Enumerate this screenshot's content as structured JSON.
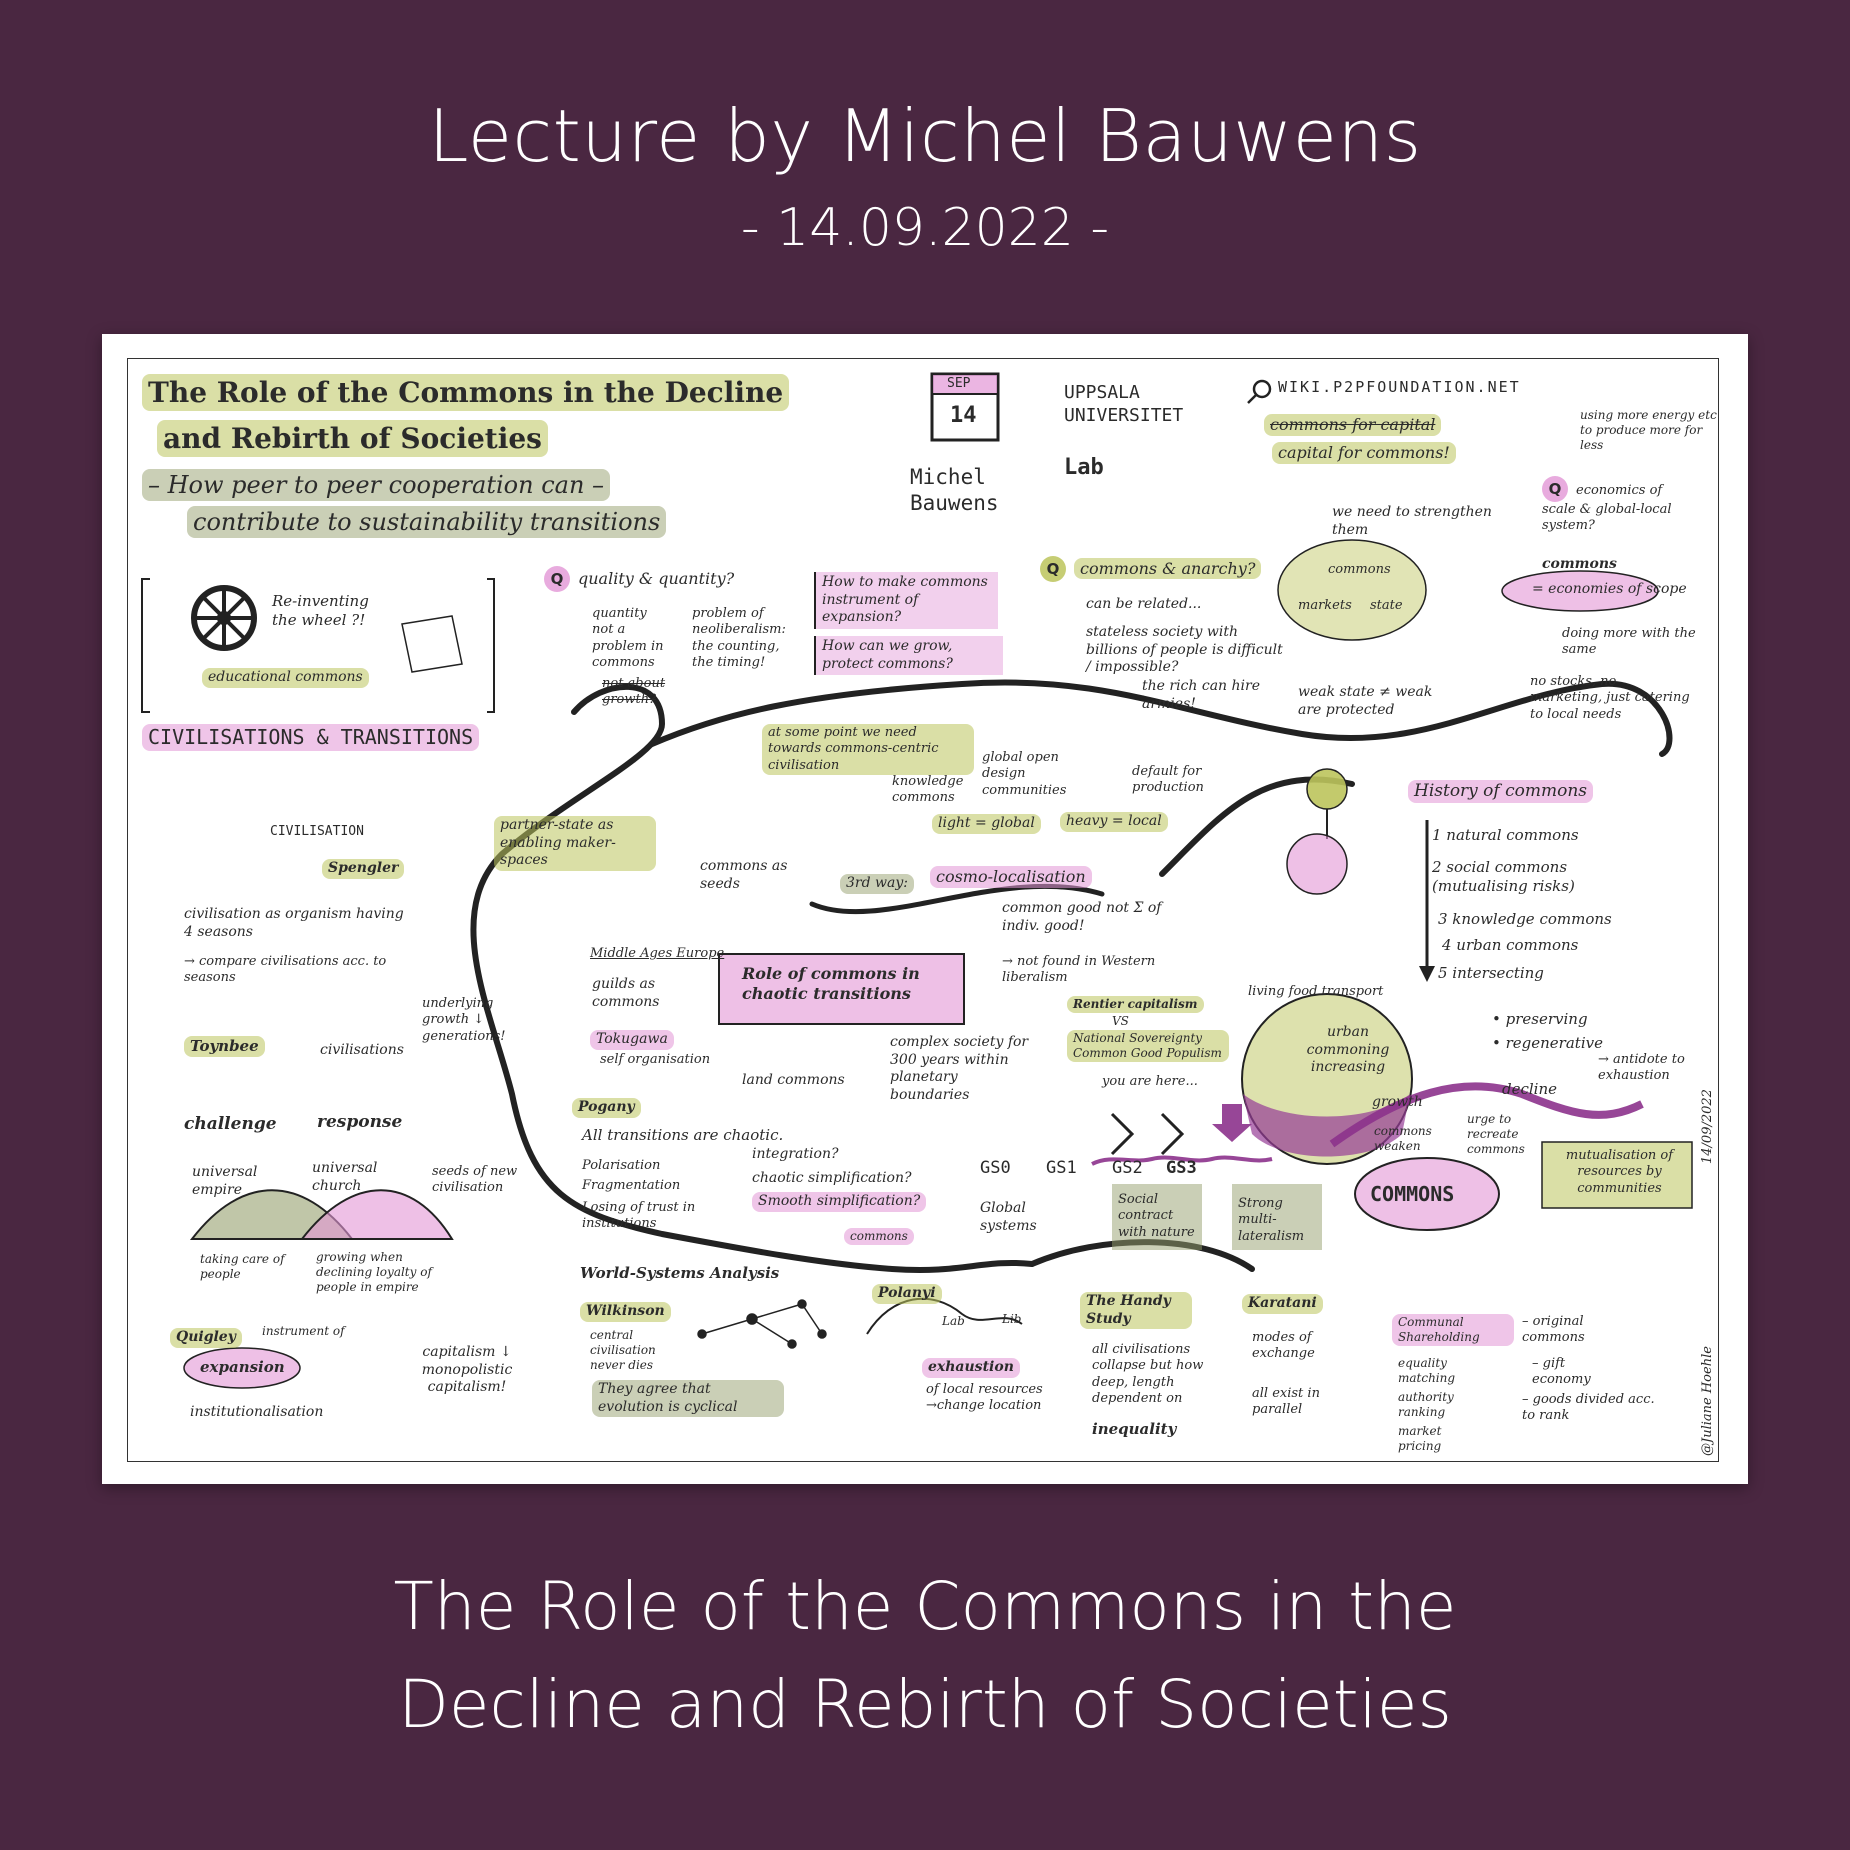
{
  "header": {
    "title": "Lecture by Michel Bauwens",
    "date": "- 14.09.2022 -"
  },
  "footer": {
    "line1": "The Role of the Commons in the",
    "line2": "Decline and Rebirth of Societies"
  },
  "sketch": {
    "title_line1": "The Role of the Commons in the Decline",
    "title_line2": "and Rebirth of Societies",
    "subtitle_line1": "– How peer to peer cooperation can –",
    "subtitle_line2": "contribute to sustainability transitions",
    "calendar_month": "SEP",
    "calendar_day": "14",
    "speaker": "Michel Bauwens",
    "university": "UPPSALA UNIVERSITET",
    "lab": "Lab",
    "wiki": "WIKI.P2PFOUNDATION.NET",
    "commons_for_capital": "commons for capital",
    "capital_for_commons": "capital for commons!",
    "using_more_energy": "using more energy etc to produce more for less",
    "q_economics": "economics of scale & global-local system?",
    "commons_heading": "commons",
    "economies_of_scope": "= economies of scope",
    "doing_more": "doing more with the same",
    "no_stocks": "no stocks, no marketing, just catering to local needs",
    "reinventing": "Re-inventing the wheel ?!",
    "educational_commons": "educational commons",
    "q_quality": "quality & quantity?",
    "quantity_problem": "quantity not a problem in commons",
    "not_about_growth": "not about growth?",
    "neoliberalism_problem": "problem of neoliberalism: the counting, the timing!",
    "how_to_make": "How to make commons instrument of expansion?",
    "how_can_we_grow": "How can we grow, protect commons?",
    "q_anarchy": "commons & anarchy?",
    "can_be_related": "can be related...",
    "stateless_society": "stateless society with billions of people is difficult / impossible?",
    "rich_hire_armies": "the rich can hire armies!",
    "strengthen": "we need to strengthen them",
    "triad_commons": "commons",
    "triad_markets": "markets",
    "triad_state": "state",
    "weak_state": "weak state ≠ weak are protected",
    "civilisations_transitions": "CIVILISATIONS & TRANSITIONS",
    "civilisation": "CIVILISATION",
    "spengler": "Spengler",
    "civ_organism": "civilisation as organism having 4 seasons",
    "compare_civ": "→ compare civilisations acc. to seasons",
    "toynbee": "Toynbee",
    "underlying_growth": "underlying growth ↓ generations!",
    "civilisations": "civilisations",
    "challenge": "challenge",
    "response": "response",
    "universal_empire": "universal empire",
    "universal_church": "universal church",
    "seeds_new_civ": "seeds of new civilisation",
    "taking_care": "taking care of people",
    "growing_loyalty": "growing when declining loyalty of people in empire",
    "quigley": "Quigley",
    "instrument_of": "instrument of",
    "expansion": "expansion",
    "institutionalisation": "institutionalisation",
    "capitalism": "capitalism ↓ monopolistic capitalism!",
    "commons_centric": "at some point we need towards commons-centric civilisation",
    "partner_state": "partner-state as enabling maker-spaces",
    "commons_as_seeds": "commons as seeds",
    "knowledge_commons_top": "knowledge commons",
    "global_open_design": "global open design communities",
    "default_production": "default for production",
    "light_global": "light = global",
    "heavy_local": "heavy = local",
    "third_way": "3rd way:",
    "cosmo_localisation": "cosmo-localisation",
    "middle_ages": "Middle Ages Europe",
    "guilds": "guilds as commons",
    "tokugawa": "Tokugawa",
    "self_org": "self organisation",
    "land_commons": "land commons",
    "role_chaotic": "Role of commons in chaotic transitions",
    "common_good": "common good not Σ of indiv. good!",
    "not_western": "→ not found in Western liberalism",
    "rentier": "Rentier capitalism",
    "vs": "VS",
    "national_sov": "National Sovereignty Common Good Populism",
    "complex_society": "complex society for 300 years within planetary boundaries",
    "you_are_here": "you are here...",
    "history_commons": "History of commons",
    "history_items": [
      "1 natural commons",
      "2 social commons (mutualising risks)",
      "3 knowledge commons",
      "4 urban commons",
      "5 intersecting"
    ],
    "living_food": "living food transport",
    "urban_commoning": "urban commoning increasing",
    "preserving": "• preserving",
    "regenerative": "• regenerative",
    "antidote": "→ antidote to exhaustion",
    "decline": "decline",
    "growth": "growth",
    "commons_weaken": "commons weaken",
    "urge_recreate": "urge to recreate commons",
    "mutualisation": "mutualisation of resources by communities",
    "commons_big": "COMMONS",
    "pogany": "Pogany",
    "all_transitions": "All transitions are chaotic.",
    "polarisation": "Polarisation",
    "fragmentation": "Fragmentation",
    "losing_trust": "Losing of trust in institutions",
    "integration": "integration?",
    "chaotic_simpl": "chaotic simplification?",
    "smooth_simpl": "Smooth simplification?",
    "commons_small": "commons",
    "gs_labels": [
      "GS0",
      "GS1",
      "GS2",
      "GS3"
    ],
    "global_systems": "Global systems",
    "social_contract": "Social contract with nature",
    "strong_multilateralism": "Strong multi-lateralism",
    "world_systems": "World-Systems Analysis",
    "wilkinson": "Wilkinson",
    "central_civ": "central civilisation never dies",
    "agree_cyclical": "They agree that evolution is cyclical",
    "polanyi": "Polanyi",
    "lib": "Lib",
    "exhaustion": "exhaustion",
    "of_local_resources": "of local resources →change location",
    "handy_study": "The Handy Study",
    "all_civ_collapse": "all civilisations collapse but how deep, length dependent on",
    "inequality": "inequality",
    "karatani": "Karatani",
    "modes_exchange": "modes of exchange",
    "all_exist": "all exist in parallel",
    "communal": "Communal Shareholding",
    "equality_matching": "equality matching",
    "authority_ranking": "authority ranking",
    "market_pricing": "market pricing",
    "original_commons": "– original commons",
    "gift_economy": "– gift economy",
    "goods_divided": "– goods divided acc. to rank",
    "vertical_date": "14/09/2022",
    "author": "@Juliane Hoehle"
  }
}
